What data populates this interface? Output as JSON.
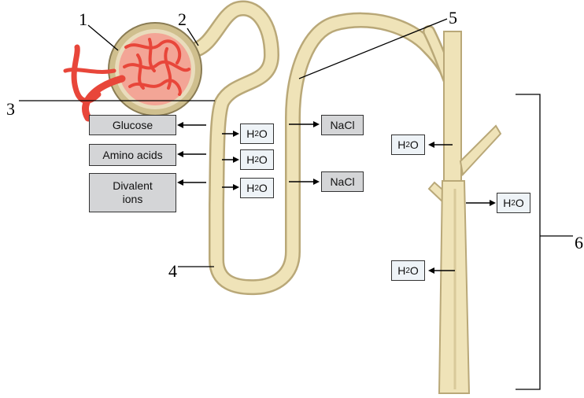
{
  "diagram": {
    "numbers": [
      "1",
      "2",
      "3",
      "4",
      "5",
      "6"
    ],
    "reabsorbed": [
      "Glucose",
      "Amino acids",
      "Divalent\nions"
    ],
    "water": {
      "main": "H",
      "sub": "2",
      "tail": "O"
    },
    "salt": "NaCl"
  },
  "colors": {
    "tubule": "#efe3b8",
    "tubule_edge": "#b9a878",
    "glomerulus": "#e8463a",
    "capsule": "#cfbf8e",
    "box_fill": "#d4d5d7"
  }
}
